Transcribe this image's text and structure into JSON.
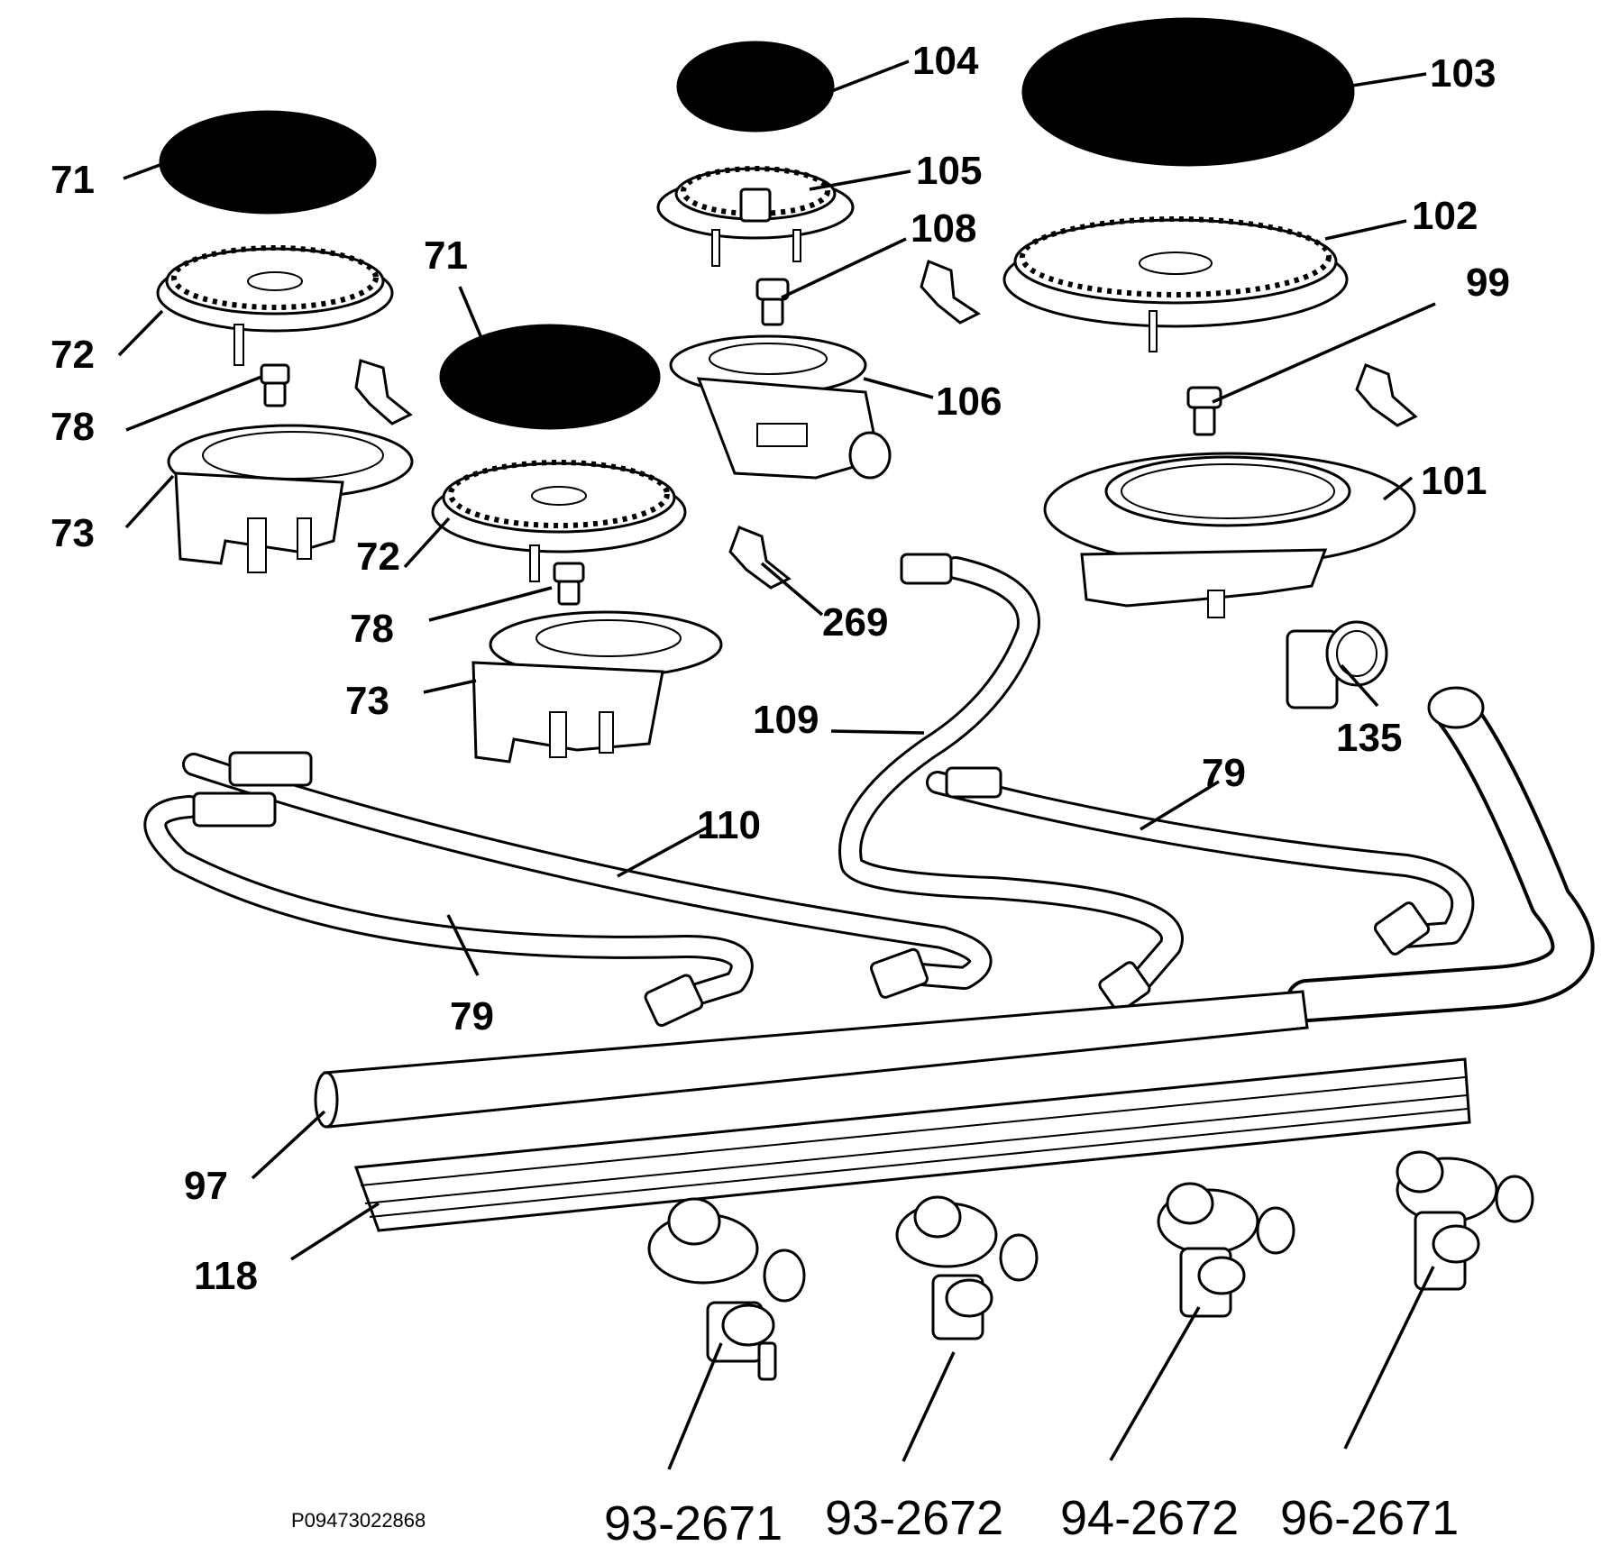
{
  "diagram": {
    "callouts": [
      {
        "id": "c71a",
        "text": "71"
      },
      {
        "id": "c72a",
        "text": "72"
      },
      {
        "id": "c78a",
        "text": "78"
      },
      {
        "id": "c73a",
        "text": "73"
      },
      {
        "id": "c71b",
        "text": "71"
      },
      {
        "id": "c72b",
        "text": "72"
      },
      {
        "id": "c78b",
        "text": "78"
      },
      {
        "id": "c73b",
        "text": "73"
      },
      {
        "id": "c104",
        "text": "104"
      },
      {
        "id": "c105",
        "text": "105"
      },
      {
        "id": "c108",
        "text": "108"
      },
      {
        "id": "c106",
        "text": "106"
      },
      {
        "id": "c269",
        "text": "269"
      },
      {
        "id": "c103",
        "text": "103"
      },
      {
        "id": "c102",
        "text": "102"
      },
      {
        "id": "c99",
        "text": "99"
      },
      {
        "id": "c101",
        "text": "101"
      },
      {
        "id": "c135",
        "text": "135"
      },
      {
        "id": "c109",
        "text": "109"
      },
      {
        "id": "c79a",
        "text": "79"
      },
      {
        "id": "c110",
        "text": "110"
      },
      {
        "id": "c79b",
        "text": "79"
      },
      {
        "id": "c97",
        "text": "97"
      },
      {
        "id": "c118",
        "text": "118"
      }
    ],
    "valve_labels": [
      "93-2671",
      "93-2672",
      "94-2672",
      "96-2671"
    ],
    "drawing_code": "P09473022868"
  }
}
